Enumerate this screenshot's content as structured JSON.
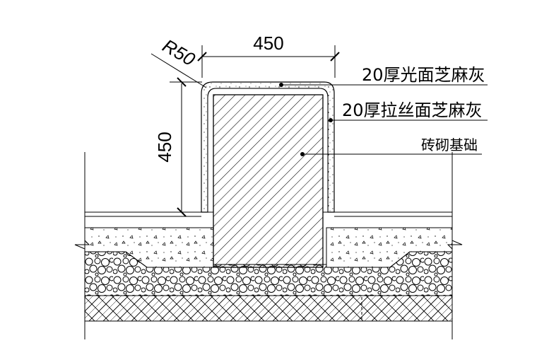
{
  "dimensions": {
    "width_label": "450",
    "height_label": "450",
    "radius_label": "R50"
  },
  "callouts": [
    {
      "id": "smooth-plaster",
      "text": "20厚光面芝麻灰"
    },
    {
      "id": "rough-plaster",
      "text": "20厚拉丝面芝麻灰"
    },
    {
      "id": "brick-foundation",
      "text": "砖砌基础"
    }
  ]
}
